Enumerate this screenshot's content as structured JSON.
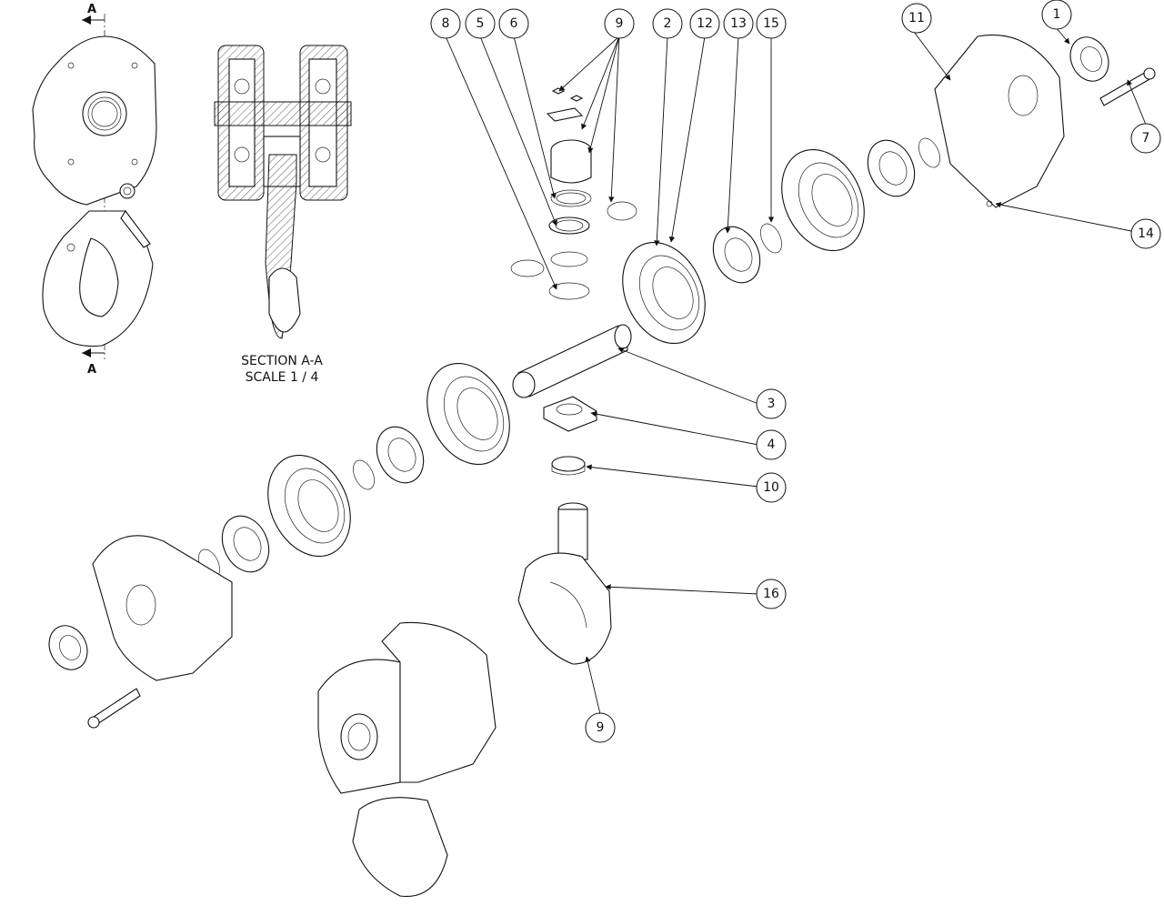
{
  "section_label": "SECTION A-A",
  "scale_label": "SCALE 1 / 4",
  "section_marker": "A",
  "balloons": [
    "1",
    "2",
    "3",
    "4",
    "5",
    "6",
    "7",
    "8",
    "9",
    "9",
    "10",
    "11",
    "12",
    "13",
    "14",
    "15",
    "16"
  ]
}
